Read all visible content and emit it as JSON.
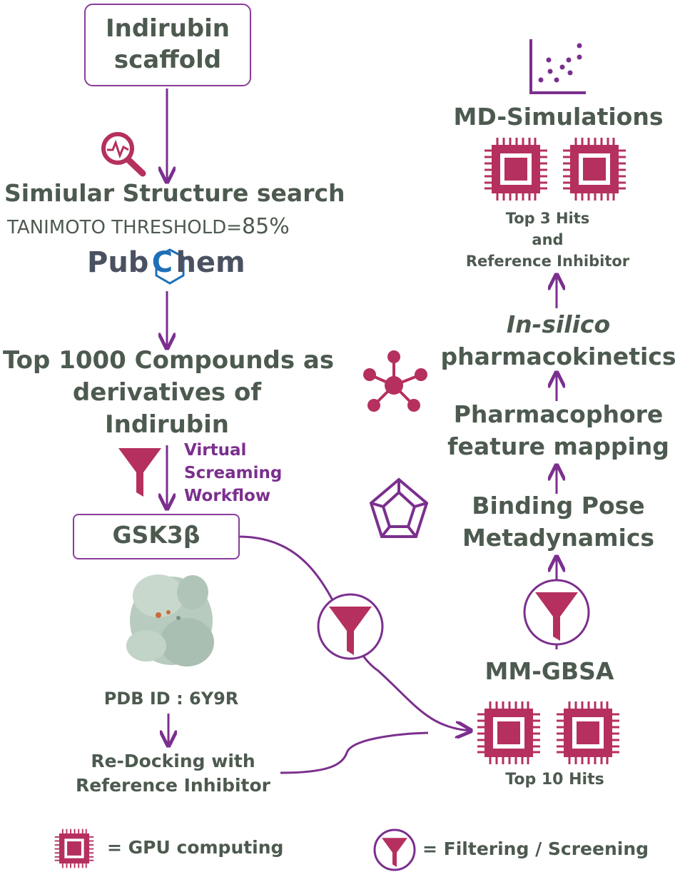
{
  "colors": {
    "purple": "#7b2f8e",
    "crimson": "#b5305f",
    "text": "#4d5a4f",
    "blue": "#1e6fb8"
  },
  "scaffold": {
    "line1": "Indirubin",
    "line2": "scaffold"
  },
  "search": {
    "title": "Simiular Structure search",
    "threshold_label": "TANIMOTO THRESHOLD=",
    "threshold_value": "85%",
    "logo_pub": "Pub",
    "logo_c": "C",
    "logo_hem": "hem"
  },
  "compounds": {
    "line1": "Top 1000 Compounds as",
    "line2": "derivatives of",
    "line3": "Indirubin"
  },
  "workflow": {
    "line1": "Virtual",
    "line2": "Screaming",
    "line3": "Workflow"
  },
  "target": {
    "name": "GSK3β",
    "pdb": "PDB ID : 6Y9R"
  },
  "redocking": {
    "line1": "Re-Docking with",
    "line2": "Reference Inhibitor"
  },
  "mmgbsa": {
    "title": "MM-GBSA",
    "hits": "Top 10 Hits"
  },
  "metadynamics": {
    "line1": "Binding Pose",
    "line2": "Metadynamics"
  },
  "pharmacophore": {
    "line1": "Pharmacophore",
    "line2": "feature mapping"
  },
  "insilico": {
    "line1": "In-silico",
    "line2": "pharmacokinetics"
  },
  "md": {
    "title": "MD-Simulations",
    "hits1": "Top 3 Hits",
    "hits2": "and",
    "hits3": "Reference Inhibitor"
  },
  "legend": {
    "gpu": "= GPU computing",
    "filter": "= Filtering / Screening"
  },
  "icons": [
    "search-pulse-icon",
    "funnel-icon",
    "protein-structure-image",
    "gpu-chip-icon",
    "molecule-network-icon",
    "pentagon-star-icon",
    "scatter-plot-icon"
  ]
}
